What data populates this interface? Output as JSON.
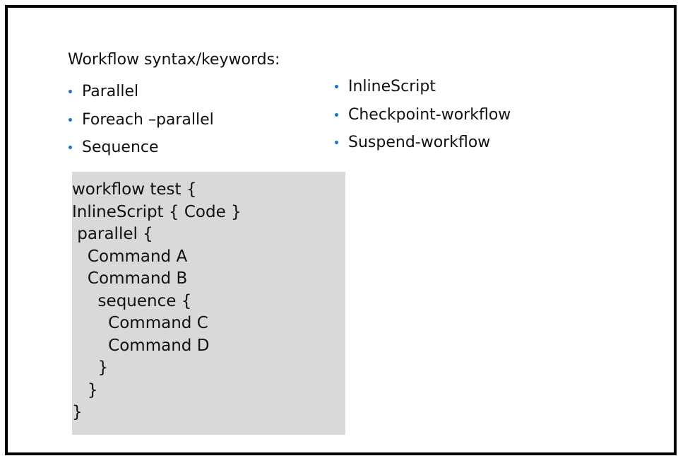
{
  "slide": {
    "heading": "Workflow syntax/keywords:",
    "bullet_color": "#1f6fc6",
    "left_keywords": [
      "Parallel",
      "Foreach –parallel",
      "Sequence"
    ],
    "right_keywords": [
      "InlineScript",
      "Checkpoint-workflow",
      "Suspend-workflow"
    ],
    "code_background": "#d9d9d9",
    "code_lines": [
      "workflow test {",
      "InlineScript { Code }",
      " parallel {",
      "   Command A",
      "   Command B",
      "     sequence {",
      "       Command C",
      "       Command D",
      "     }",
      "   }",
      "}"
    ]
  }
}
